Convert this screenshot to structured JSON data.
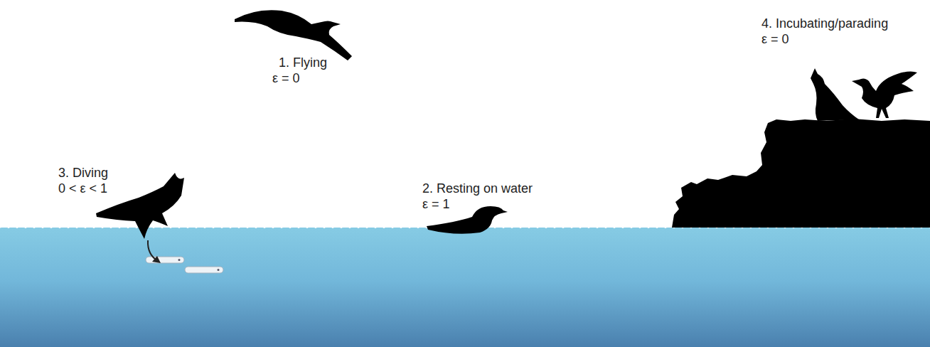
{
  "diagram": {
    "labels": [
      "1. Flying",
      "ε = 0",
      "2. Resting on water",
      "ε = 1",
      "3. Diving",
      "0 < ε < 1",
      "4. Incubating/parading",
      "ε = 0"
    ]
  }
}
